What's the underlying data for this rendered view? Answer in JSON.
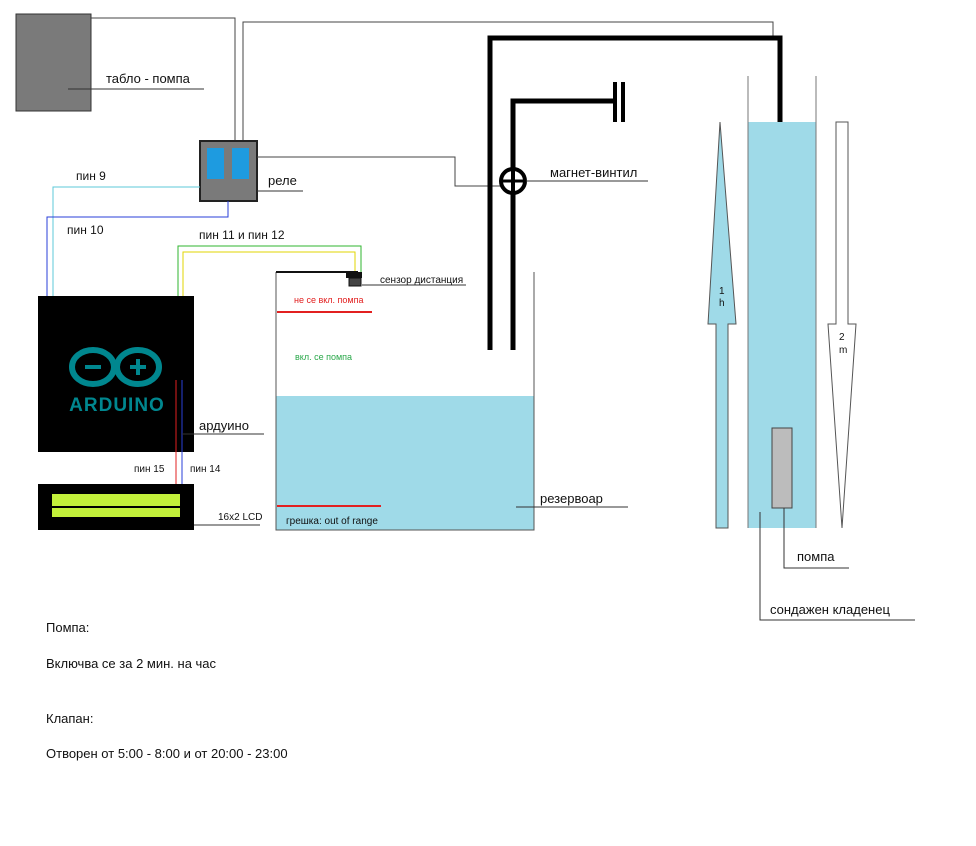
{
  "colors": {
    "water": "#9fdae8",
    "arduino_bg": "#000000",
    "arduino_teal": "#00878f",
    "lcd_green": "#c2f03a",
    "relay_blue": "#1e9be0",
    "panel_gray": "#7a7a7a",
    "red_mark": "#e22020",
    "green_text": "#2aa84a",
    "wire_cyan": "#5cc8d8",
    "wire_blue": "#2a3fd8",
    "wire_green": "#2fb52f",
    "wire_yellow": "#e2d600"
  },
  "labels": {
    "panel": "табло - помпа",
    "relay": "реле",
    "valve": "магнет-винтил",
    "pin9": "пин 9",
    "pin10": "пин 10",
    "pin11_12": "пин 11 и пин 12",
    "sensor": "сензор дистанция",
    "no_pump": "не се вкл. помпа",
    "pump_on": "вкл. се помпа",
    "arduino": "ардуино",
    "arduino_logo": "ARDUINO",
    "pin15": "пин 15",
    "pin14": "пин 14",
    "lcd": "16x2 LCD",
    "reservoir": "резервоар",
    "error": "грешка: out of range",
    "arrow_1": "1",
    "arrow_1_unit": "h",
    "arrow_2": "2",
    "arrow_2_unit": "m",
    "pump": "помпа",
    "well": "сондажен кладенец"
  },
  "notes": {
    "pump_title": "Помпа:",
    "pump_text": "Включва се за 2 мин. на час",
    "valve_title": "Клапан:",
    "valve_text": "Отворен от 5:00 - 8:00 и от 20:00 - 23:00"
  }
}
